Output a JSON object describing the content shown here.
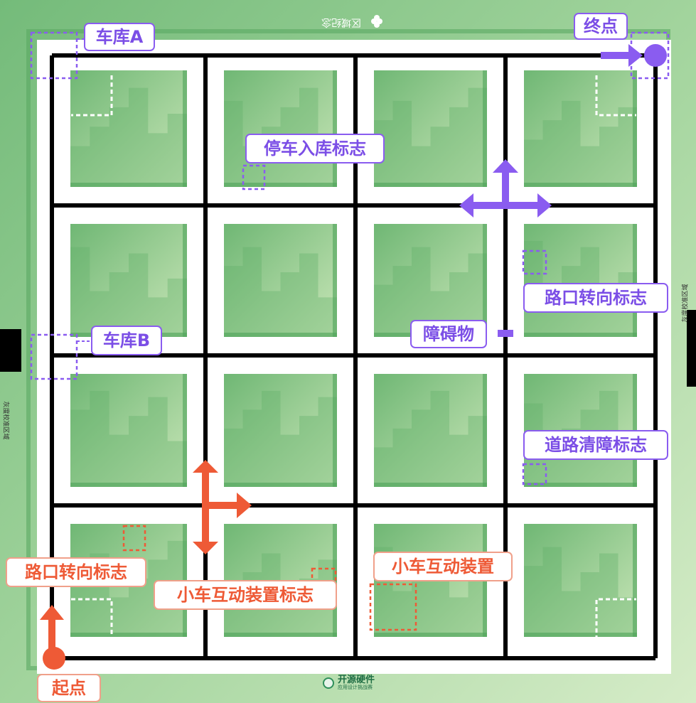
{
  "labels": {
    "garage_a": "车库A",
    "garage_b": "车库B",
    "end": "终点",
    "start": "起点",
    "parking_sign": "停车入库标志",
    "turn_sign_purple": "路口转向标志",
    "obstacle": "障碍物",
    "road_clear_sign": "道路清障标志",
    "turn_sign_orange": "路口转向标志",
    "interaction_device": "小车互动装置",
    "interaction_device_sign": "小车互动装置标志"
  },
  "edge_texts": {
    "top": "区域纪念",
    "left": "灰度校准区域",
    "right": "灰度校准区域"
  },
  "brand": {
    "title": "开源硬件",
    "subtitle": "应用设计挑战赛"
  },
  "colors": {
    "purple": "#8a5cf0",
    "orange": "#ee5a36",
    "track": "#000000",
    "field_green": "#7cc382"
  },
  "icons": {
    "top_emblem": "clover-icon",
    "brand_logo": "hex-logo-icon"
  }
}
